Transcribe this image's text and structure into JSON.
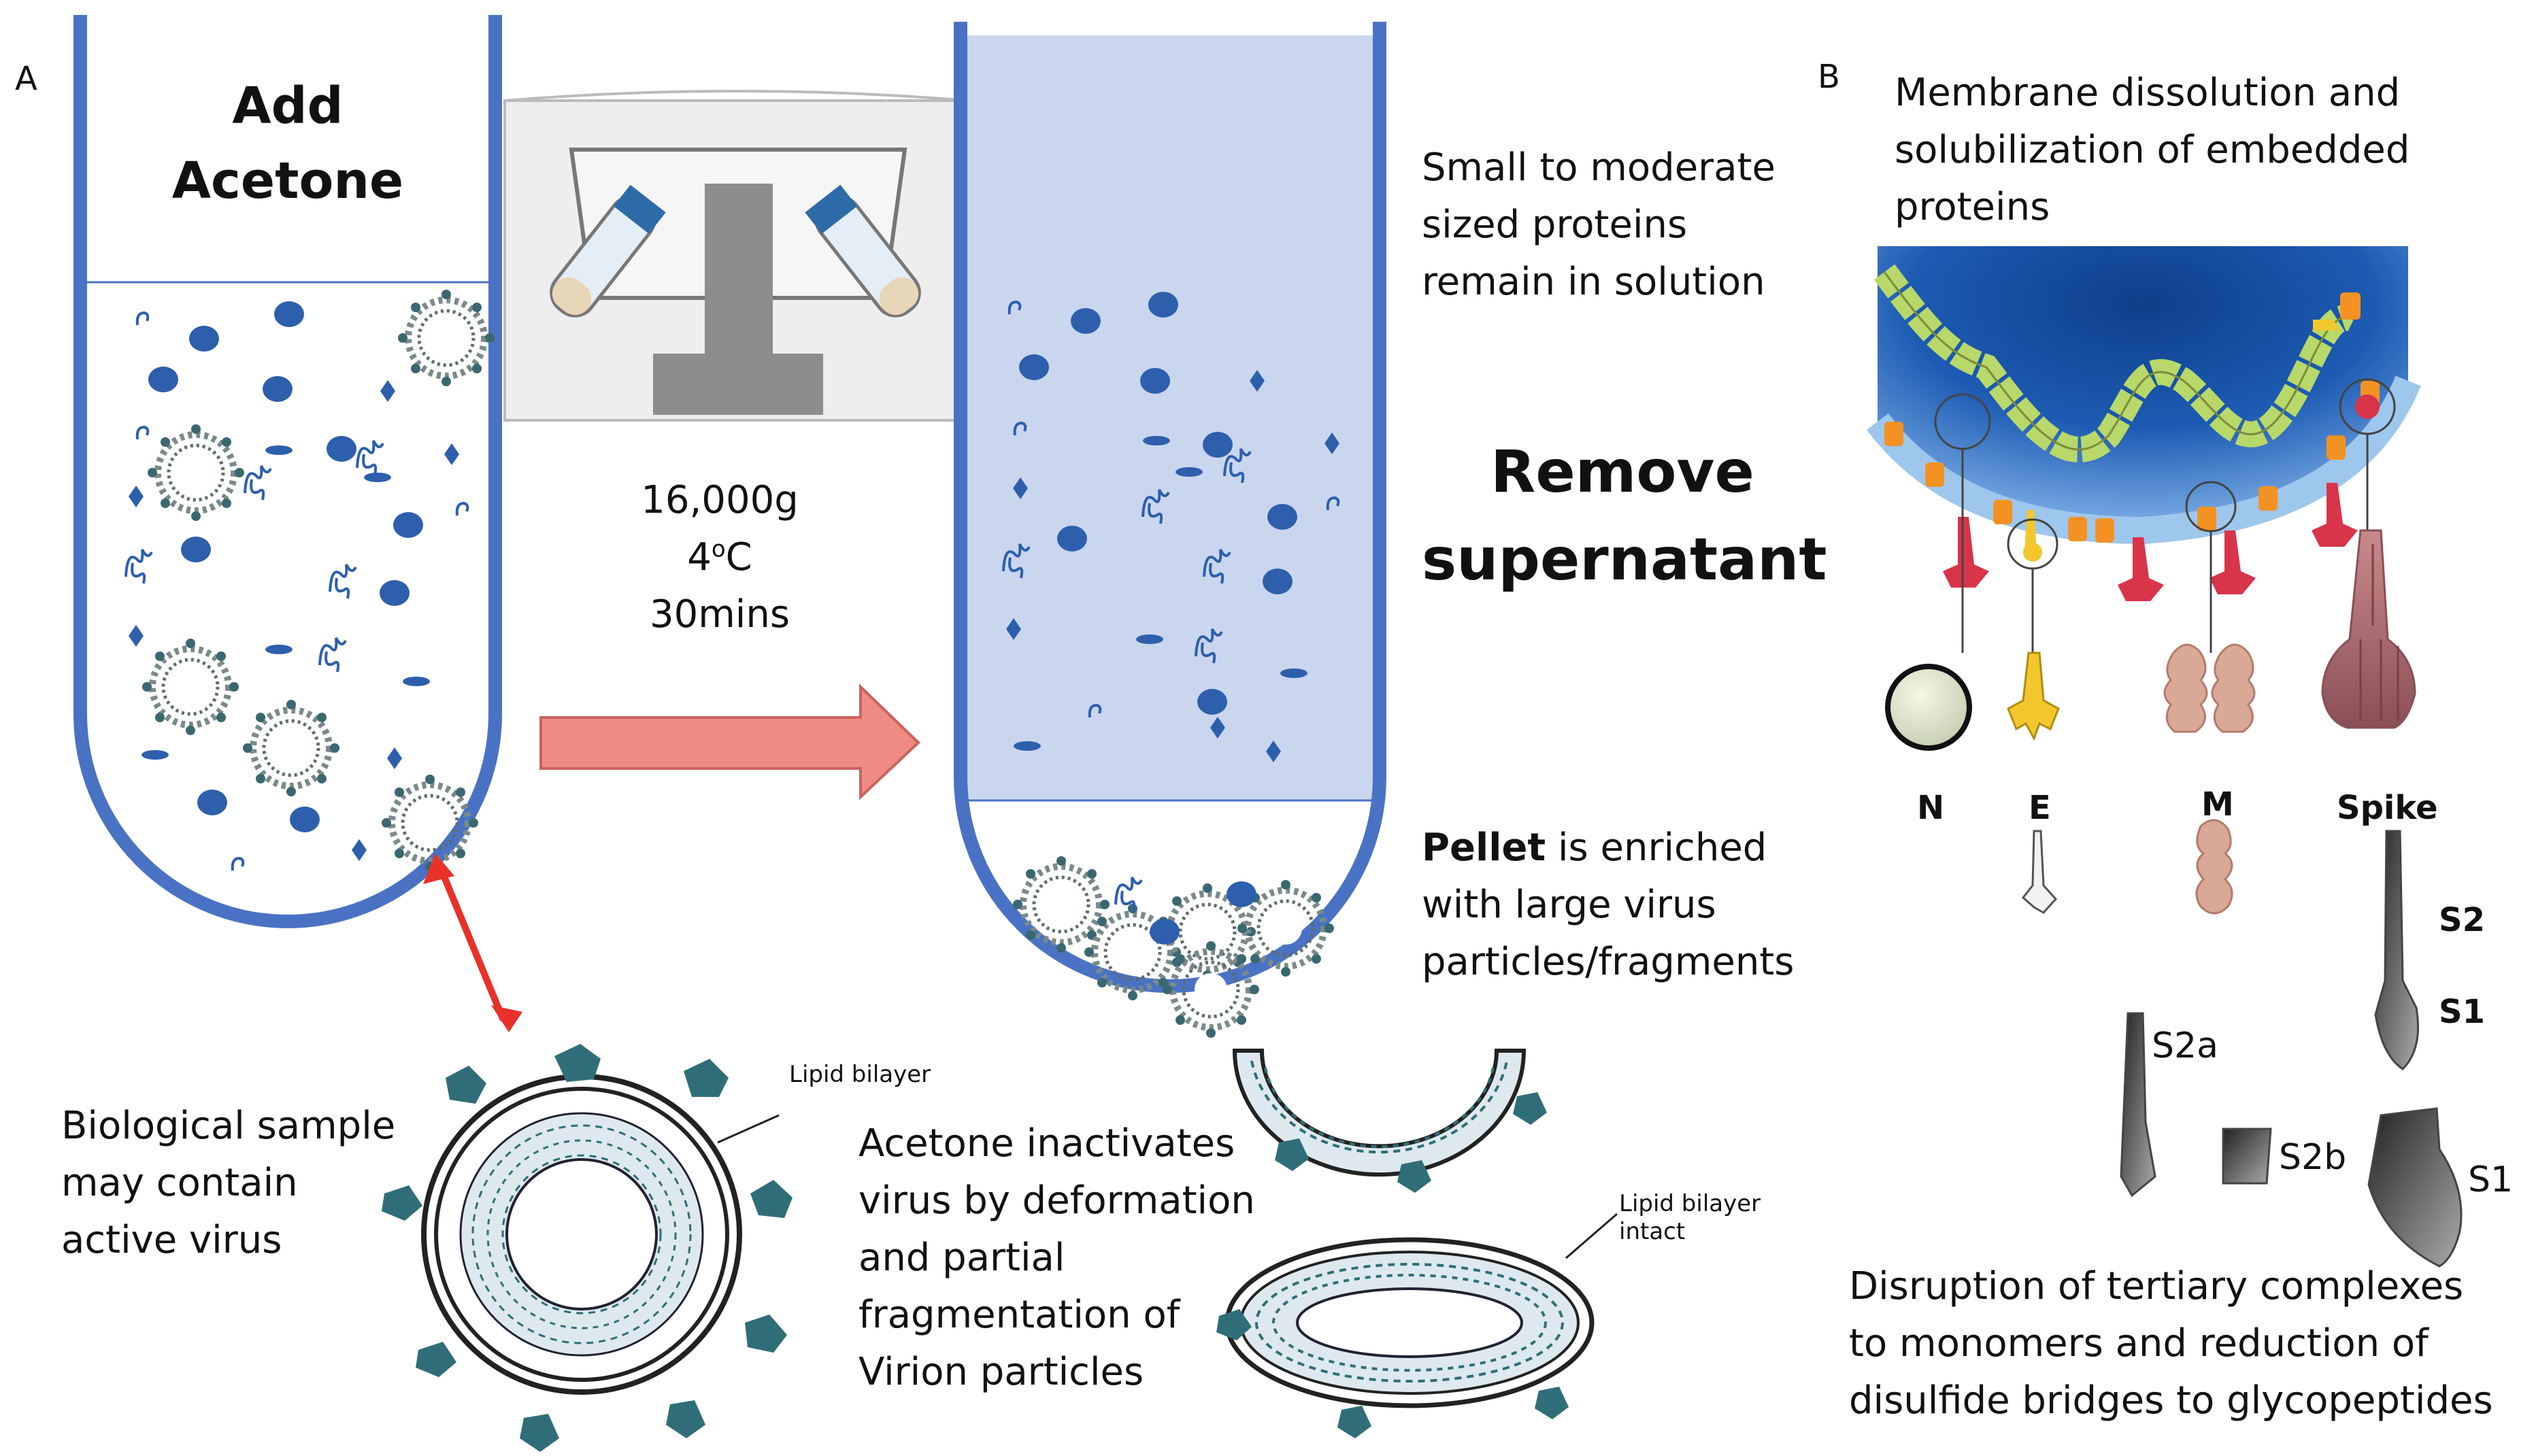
{
  "panel_a": {
    "letter": "A",
    "add_title_line1": "Add",
    "add_title_line2": "Acetone",
    "centrifuge_line1": "16,000g",
    "centrifuge_line2_base": "4",
    "centrifuge_line2_sup": "o",
    "centrifuge_line2_tail": "C",
    "centrifuge_line3": "30mins",
    "remove_line1": "Remove",
    "remove_line2": "supernatant",
    "small_proteins": [
      "Small to moderate",
      "sized  proteins",
      "remain in solution"
    ],
    "pellet_bold": "Pellet",
    "pellet_rest": [
      " is enriched",
      "with large virus",
      "particles/fragments"
    ],
    "bio_sample": [
      "Biological sample",
      "may contain",
      "active virus"
    ],
    "lipid_bilayer": "Lipid bilayer",
    "acetone_inactivates": [
      "Acetone inactivates",
      "virus by deformation",
      "and partial",
      "fragmentation of",
      "Virion particles"
    ],
    "lipid_bilayer_intact": [
      "Lipid bilayer",
      "intact"
    ]
  },
  "panel_b": {
    "letter": "B",
    "membrane_text": [
      "Membrane dissolution and",
      "solubilization of embedded",
      "proteins"
    ],
    "protein_labels": {
      "n": "N",
      "e": "E",
      "m": "M",
      "spike": "Spike"
    },
    "subunits": {
      "s2": "S2",
      "s1": "S1",
      "s2a": "S2a",
      "s2b": "S2b",
      "s1_frag": "S1"
    },
    "disruption_text": [
      "Disruption of tertiary complexes",
      "to monomers and reduction of",
      "disulfide bridges to glycopeptides"
    ]
  },
  "colors": {
    "tube_blue": "#4a72c4",
    "supernatant": "#c9d6ee",
    "arrow_salmon": "#f08a85",
    "double_arrow": "#e8312a",
    "virus_teal": "#2f6e78",
    "virion_bg": "#1f4f9a"
  }
}
